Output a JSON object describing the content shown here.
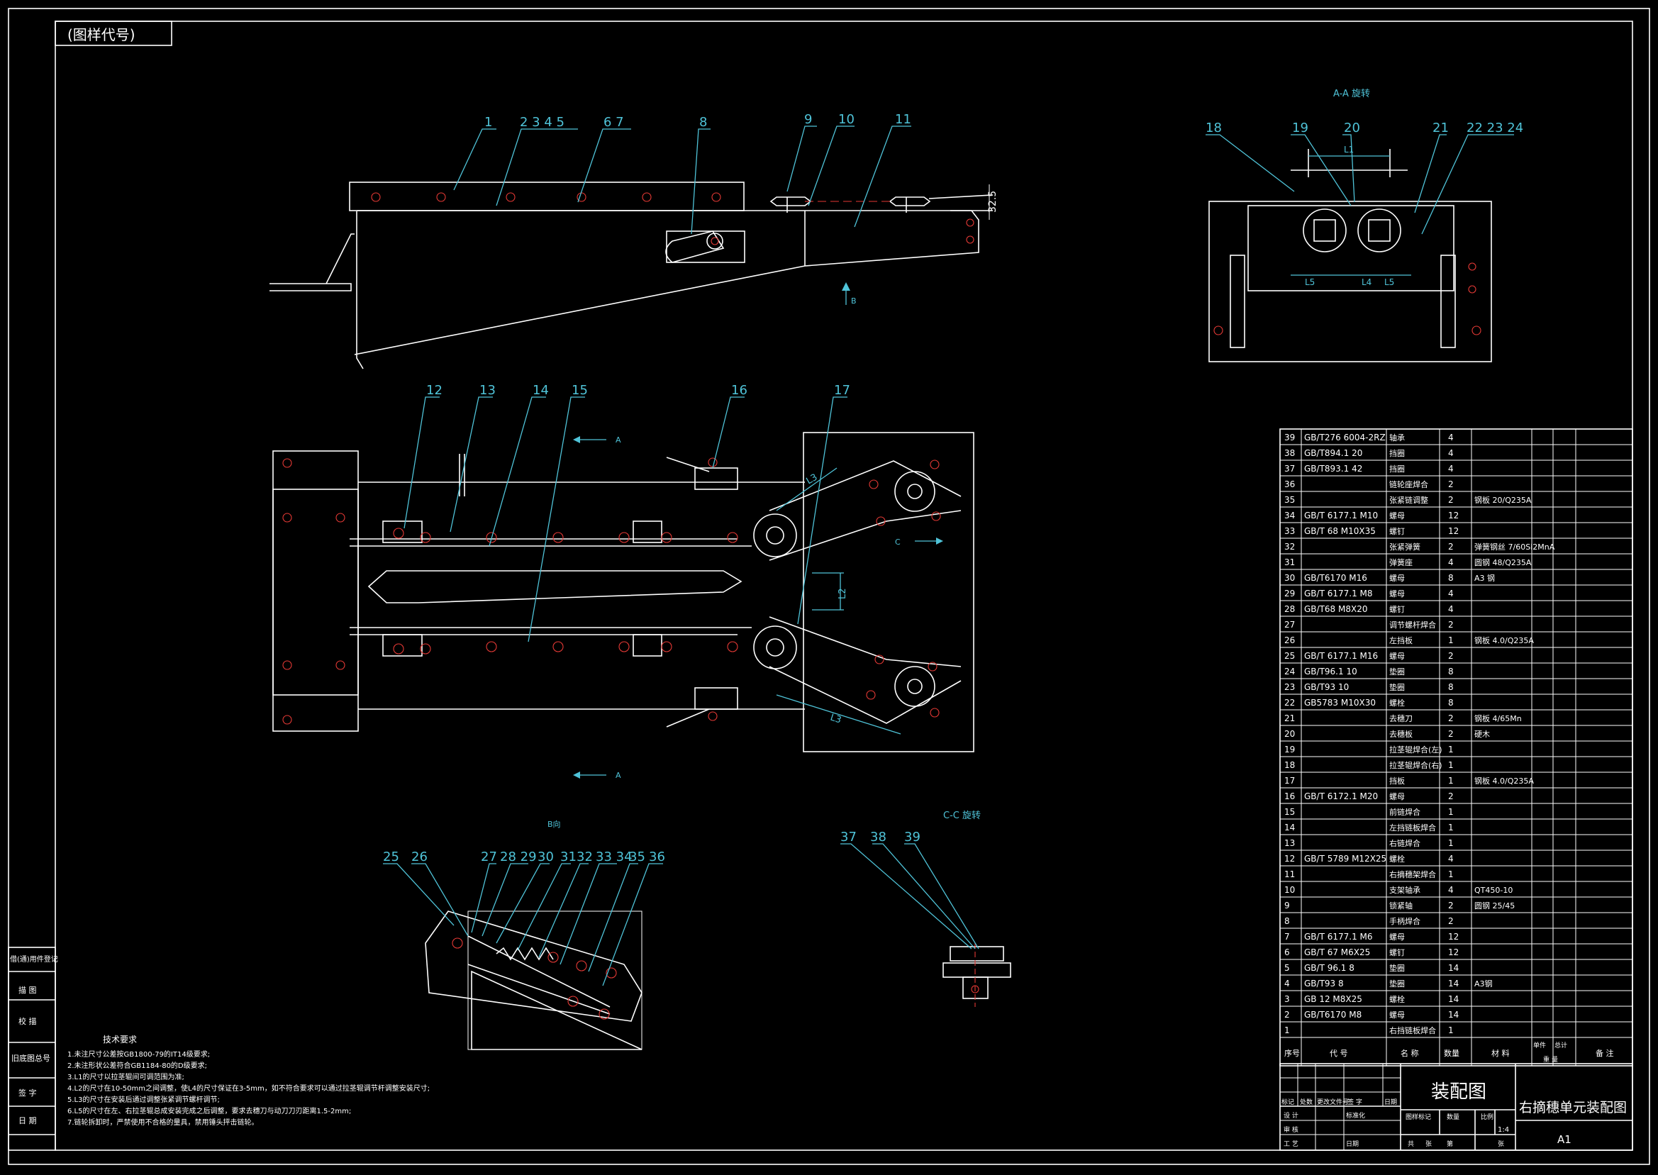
{
  "corner_label": "(图样代号)",
  "views": {
    "aa": "A-A 旋转",
    "b": "B向",
    "cc": "C-C 旋转",
    "arrow_a": "A",
    "arrow_b": "B",
    "arrow_c": "C"
  },
  "dims": {
    "d325": "32.5",
    "L1": "L1",
    "L2": "L2",
    "L3": "L3",
    "L4": "L4",
    "L5": "L5"
  },
  "leaders": {
    "top": [
      "1",
      "2 3 4 5",
      "6 7",
      "8",
      "9",
      "10",
      "11"
    ],
    "mid": [
      "12",
      "13",
      "14",
      "15",
      "16",
      "17"
    ],
    "aa": [
      "18",
      "19",
      "20",
      "21",
      "22 23 24"
    ],
    "b": [
      "25",
      "26",
      "27",
      "28 29",
      "30",
      "31",
      "32",
      "33 34",
      "35",
      "36"
    ],
    "cc": [
      "37",
      "38",
      "39"
    ]
  },
  "left_strip": [
    "借(通)用件登记",
    "描 图",
    "校 描",
    "旧底图总号",
    "签 字",
    "日 期"
  ],
  "bom": [
    {
      "no": "39",
      "code": "GB/T276 6004-2RZ",
      "name": "轴承",
      "qty": "4",
      "mat": ""
    },
    {
      "no": "38",
      "code": "GB/T894.1 20",
      "name": "挡圈",
      "qty": "4",
      "mat": ""
    },
    {
      "no": "37",
      "code": "GB/T893.1 42",
      "name": "挡圈",
      "qty": "4",
      "mat": ""
    },
    {
      "no": "36",
      "code": "",
      "name": "链轮座焊合",
      "qty": "2",
      "mat": ""
    },
    {
      "no": "35",
      "code": "",
      "name": "张紧链调整",
      "qty": "2",
      "mat": "钢板 20/Q235A"
    },
    {
      "no": "34",
      "code": "GB/T 6177.1 M10",
      "name": "螺母",
      "qty": "12",
      "mat": ""
    },
    {
      "no": "33",
      "code": "GB/T 68 M10X35",
      "name": "螺钉",
      "qty": "12",
      "mat": ""
    },
    {
      "no": "32",
      "code": "",
      "name": "张紧弹簧",
      "qty": "2",
      "mat": "弹簧钢丝 7/60Si2MnA"
    },
    {
      "no": "31",
      "code": "",
      "name": "弹簧座",
      "qty": "4",
      "mat": "圆钢 48/Q235A"
    },
    {
      "no": "30",
      "code": "GB/T6170 M16",
      "name": "螺母",
      "qty": "8",
      "mat": "A3 钢"
    },
    {
      "no": "29",
      "code": "GB/T 6177.1 M8",
      "name": "螺母",
      "qty": "4",
      "mat": ""
    },
    {
      "no": "28",
      "code": "GB/T68 M8X20",
      "name": "螺钉",
      "qty": "4",
      "mat": ""
    },
    {
      "no": "27",
      "code": "",
      "name": "调节螺杆焊合",
      "qty": "2",
      "mat": ""
    },
    {
      "no": "26",
      "code": "",
      "name": "左挡板",
      "qty": "1",
      "mat": "钢板 4.0/Q235A"
    },
    {
      "no": "25",
      "code": "GB/T 6177.1 M16",
      "name": "螺母",
      "qty": "2",
      "mat": ""
    },
    {
      "no": "24",
      "code": "GB/T96.1 10",
      "name": "垫圈",
      "qty": "8",
      "mat": ""
    },
    {
      "no": "23",
      "code": "GB/T93 10",
      "name": "垫圈",
      "qty": "8",
      "mat": ""
    },
    {
      "no": "22",
      "code": "GB5783 M10X30",
      "name": "螺栓",
      "qty": "8",
      "mat": ""
    },
    {
      "no": "21",
      "code": "",
      "name": "去穗刀",
      "qty": "2",
      "mat": "钢板 4/65Mn"
    },
    {
      "no": "20",
      "code": "",
      "name": "去穗板",
      "qty": "2",
      "mat": "硬木"
    },
    {
      "no": "19",
      "code": "",
      "name": "拉茎辊焊合(左)",
      "qty": "1",
      "mat": ""
    },
    {
      "no": "18",
      "code": "",
      "name": "拉茎辊焊合(右)",
      "qty": "1",
      "mat": ""
    },
    {
      "no": "17",
      "code": "",
      "name": "挡板",
      "qty": "1",
      "mat": "钢板 4.0/Q235A"
    },
    {
      "no": "16",
      "code": "GB/T 6172.1 M20",
      "name": "螺母",
      "qty": "2",
      "mat": ""
    },
    {
      "no": "15",
      "code": "",
      "name": "前链焊合",
      "qty": "1",
      "mat": ""
    },
    {
      "no": "14",
      "code": "",
      "name": "左挡链板焊合",
      "qty": "1",
      "mat": ""
    },
    {
      "no": "13",
      "code": "",
      "name": "右链焊合",
      "qty": "1",
      "mat": ""
    },
    {
      "no": "12",
      "code": "GB/T 5789 M12X25",
      "name": "螺栓",
      "qty": "4",
      "mat": ""
    },
    {
      "no": "11",
      "code": "",
      "name": "右摘穗架焊合",
      "qty": "1",
      "mat": ""
    },
    {
      "no": "10",
      "code": "",
      "name": "支架轴承",
      "qty": "4",
      "mat": "QT450-10"
    },
    {
      "no": "9",
      "code": "",
      "name": "锁紧轴",
      "qty": "2",
      "mat": "圆钢 25/45"
    },
    {
      "no": "8",
      "code": "",
      "name": "手柄焊合",
      "qty": "2",
      "mat": ""
    },
    {
      "no": "7",
      "code": "GB/T 6177.1 M6",
      "name": "螺母",
      "qty": "12",
      "mat": ""
    },
    {
      "no": "6",
      "code": "GB/T 67 M6X25",
      "name": "螺钉",
      "qty": "12",
      "mat": ""
    },
    {
      "no": "5",
      "code": "GB/T 96.1 8",
      "name": "垫圈",
      "qty": "14",
      "mat": ""
    },
    {
      "no": "4",
      "code": "GB/T93 8",
      "name": "垫圈",
      "qty": "14",
      "mat": "A3钢"
    },
    {
      "no": "3",
      "code": "GB 12 M8X25",
      "name": "螺栓",
      "qty": "14",
      "mat": ""
    },
    {
      "no": "2",
      "code": "GB/T6170 M8",
      "name": "螺母",
      "qty": "14",
      "mat": ""
    },
    {
      "no": "1",
      "code": "",
      "name": "右挡链板焊合",
      "qty": "1",
      "mat": ""
    }
  ],
  "bom_header": {
    "no": "序号",
    "code": "代 号",
    "name": "名 称",
    "qty": "数量",
    "mat": "材 料",
    "unit": "单件",
    "total": "总计",
    "weight": "重 量",
    "note": "备 注"
  },
  "title_block": {
    "big_label": "装配图",
    "drawing_title": "右摘穗单元装配图",
    "format": "A1",
    "scale": "1:4",
    "labels": {
      "mark": "标记",
      "count": "处数",
      "change": "更改文件号",
      "sign": "签 字",
      "date": "日期",
      "design": "设 计",
      "standard": "标准化",
      "check": "审 核",
      "process": "工 艺",
      "date2": "日期",
      "stage": "图样标记",
      "weight": "数量",
      "ratio": "比例",
      "total": "共",
      "sheet": "张",
      "page": "第",
      "page_unit": "张"
    }
  },
  "tech": {
    "title": "技术要求",
    "lines": [
      "1.未注尺寸公差按GB1800-79的IT14级要求;",
      "2.未注形状公差符合GB1184-80的D级要求;",
      "3.L1的尺寸以拉茎辊间可调范围为准;",
      "4.L2的尺寸在10-50mm之间调整，使L4的尺寸保证在3-5mm，如不符合要求可以通过拉茎辊调节杆调整安装尺寸;",
      "5.L3的尺寸在安装后通过调整张紧调节螺杆调节;",
      "6.L5的尺寸在左、右拉茎辊总成安装完成之后调整，要求去穗刀与动刀刀刃距离1.5-2mm;",
      "7.链轮拆卸时，严禁使用不合格的量具，禁用锤头抨击链轮。"
    ]
  }
}
